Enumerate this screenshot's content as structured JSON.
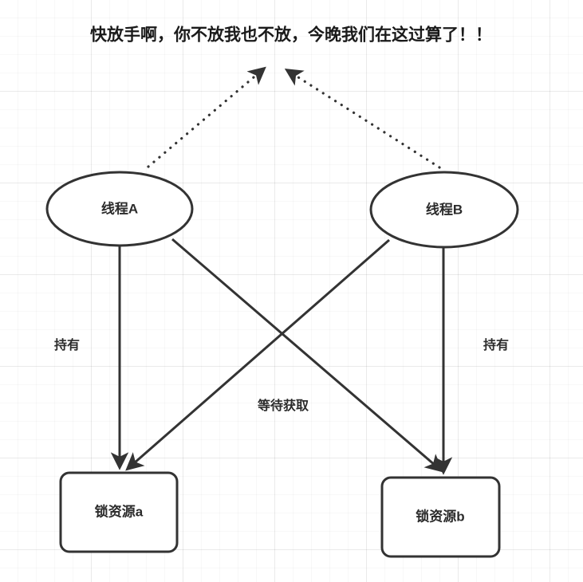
{
  "diagram": {
    "title": "快放手啊，你不放我也不放，今晚我们在这过算了！！",
    "nodes": [
      {
        "id": "thread-a",
        "label": "线程A",
        "shape": "ellipse"
      },
      {
        "id": "thread-b",
        "label": "线程B",
        "shape": "ellipse"
      },
      {
        "id": "lock-a",
        "label": "锁资源a",
        "shape": "rounded-rect"
      },
      {
        "id": "lock-b",
        "label": "锁资源b",
        "shape": "rounded-rect"
      }
    ],
    "edges": [
      {
        "id": "hold-a",
        "from": "thread-a",
        "to": "lock-a",
        "label": "持有",
        "style": "solid"
      },
      {
        "id": "hold-b",
        "from": "thread-b",
        "to": "lock-b",
        "label": "持有",
        "style": "solid"
      },
      {
        "id": "wait-a-b",
        "from": "thread-a",
        "to": "lock-b",
        "label": "等待获取",
        "style": "solid"
      },
      {
        "id": "wait-b-a",
        "from": "thread-b",
        "to": "lock-a",
        "label": "",
        "style": "solid"
      },
      {
        "id": "shout-a",
        "from": "thread-a",
        "to": "title",
        "label": "",
        "style": "dotted"
      },
      {
        "id": "shout-b",
        "from": "thread-b",
        "to": "title",
        "label": "",
        "style": "dotted"
      }
    ],
    "colors": {
      "stroke": "#333333",
      "node_fill": "#ffffff",
      "text": "#2b2b2b",
      "title_text": "#1a1a1a",
      "grid_line": "#ececec",
      "background": "#ffffff"
    }
  }
}
